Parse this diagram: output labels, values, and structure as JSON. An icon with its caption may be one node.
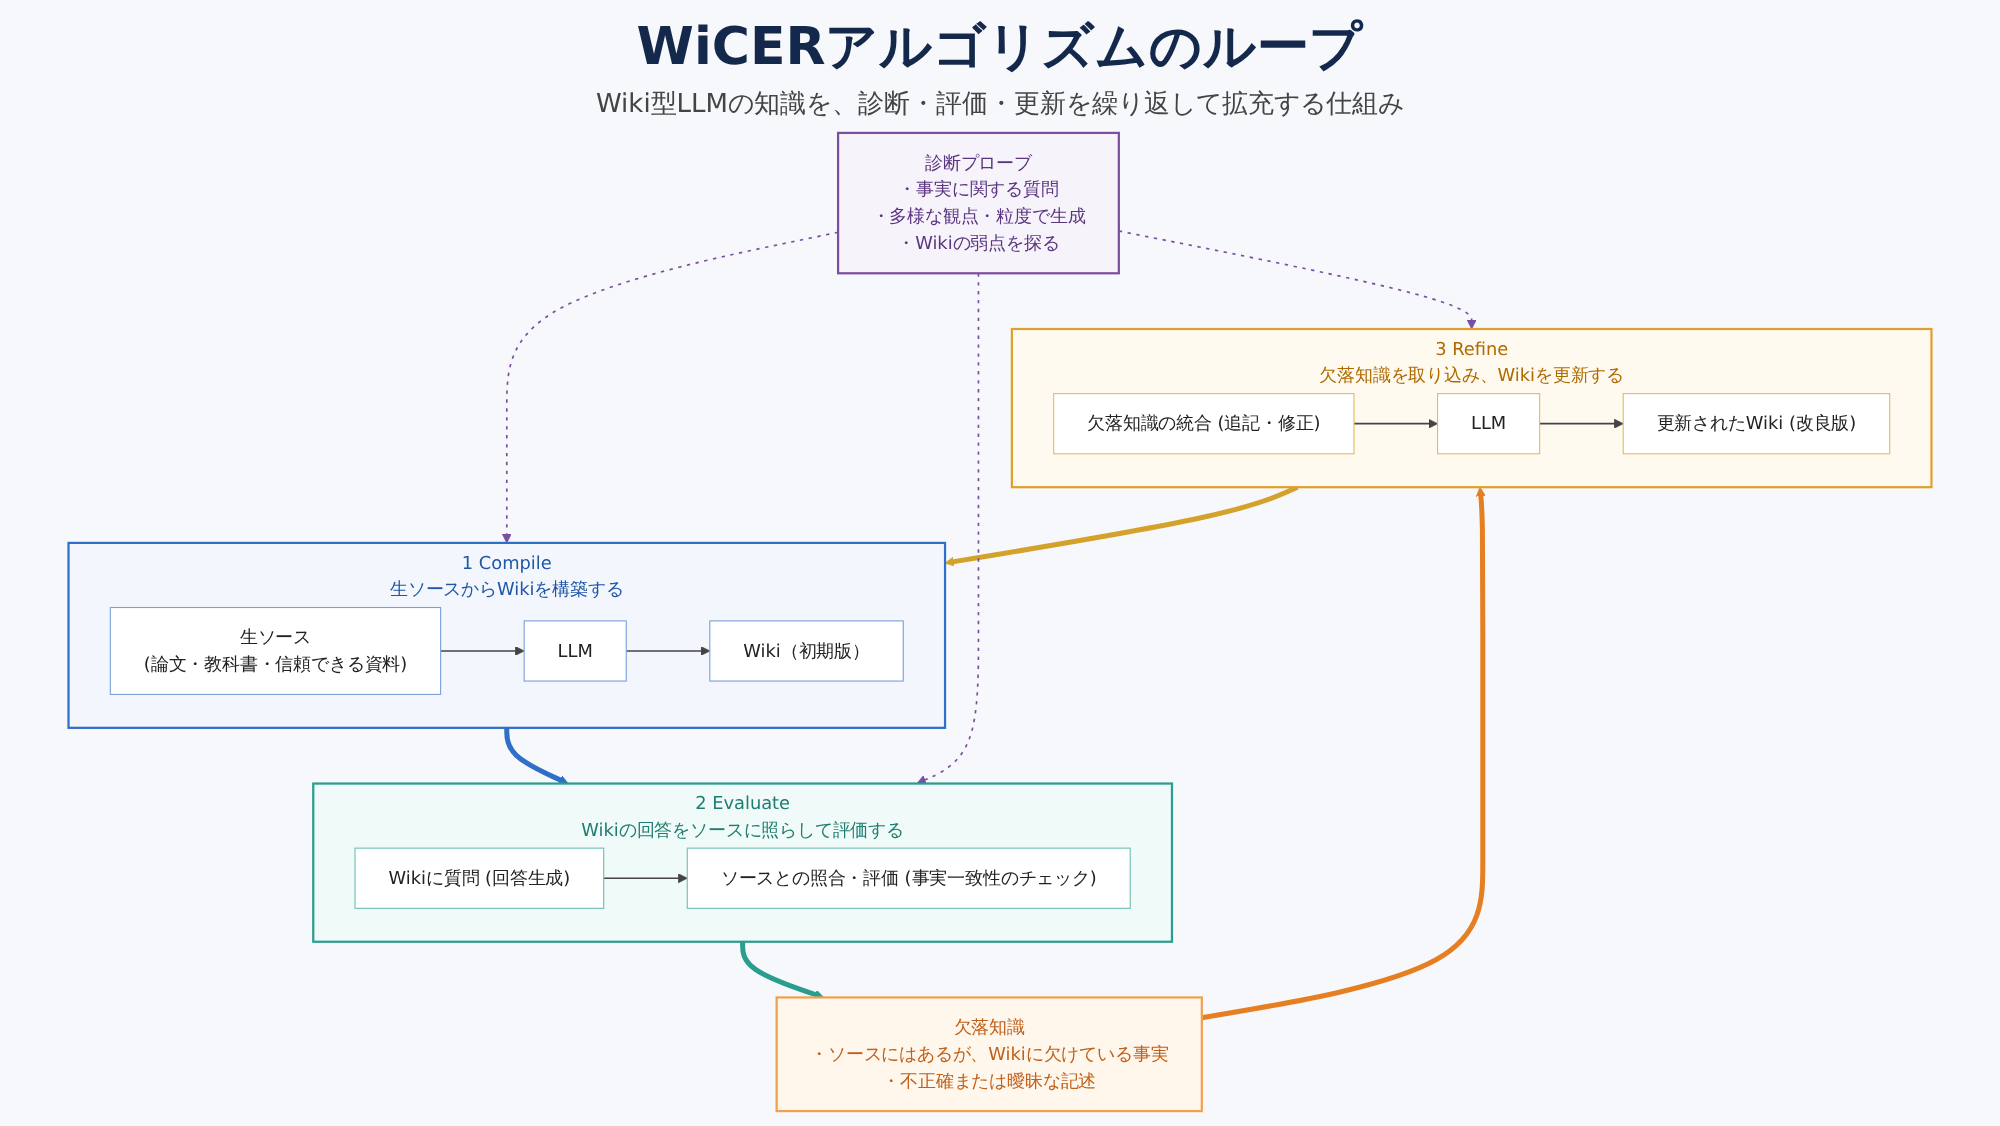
{
  "diagram": {
    "title": "WiCERアルゴリズムのループ",
    "nodes": [
      {
        "text": [
          "1 Compile",
          "生ソースからWikiを構築する"
        ]
      },
      {
        "text": [
          "生ソース",
          "(論文・教科書・信頼できる資料)"
        ],
        "in": 0
      },
      {
        "text": [
          "LLM"
        ],
        "in": 0
      },
      {
        "text": [
          "Wiki（初期版）"
        ],
        "in": 0
      },
      {
        "text": [
          "2 Evaluate",
          "Wikiの回答をソースに照らして評価する"
        ]
      },
      {
        "text": [
          "Wikiに質問 (回答生成)"
        ],
        "in": 4
      },
      {
        "text": [
          "ソースとの照合・評価 (事実一致性のチェック)"
        ],
        "in": 4
      },
      {
        "text": [
          "3 Refine",
          "欠落知識を取り込み、Wikiを更新する"
        ]
      },
      {
        "text": [
          "欠落知識の統合 (追記・修正)"
        ],
        "in": 7
      },
      {
        "text": [
          "LLM"
        ],
        "in": 7
      },
      {
        "text": [
          "更新されたWiki (改良版)"
        ],
        "in": 7
      },
      {
        "text": [
          "診断プローブ",
          "・事実に関する質問",
          "・多様な観点・粒度で生成",
          "・Wikiの弱点を探る"
        ]
      },
      {
        "text": [
          "欠落知識",
          "・ソースにはあるが、Wikiに欠けている事実",
          "・不正確または曖昧な記述"
        ]
      }
    ],
    "edges": [
      {
        "from": 1,
        "to": 2,
        "arrow": "to"
      },
      {
        "from": 2,
        "to": 3,
        "arrow": "to"
      },
      {
        "from": 0,
        "to": 4,
        "arrow": "to",
        "style": "thick",
        "color": "#2f6fc8"
      },
      {
        "from": 5,
        "to": 6,
        "arrow": "to"
      },
      {
        "from": 4,
        "to": 12,
        "arrow": "to",
        "style": "thick",
        "color": "#2a9d8f"
      },
      {
        "from": 12,
        "to": 7,
        "arrow": "to",
        "style": "thick",
        "color": "#e67e22"
      },
      {
        "from": 8,
        "to": 9,
        "arrow": "to"
      },
      {
        "from": 9,
        "to": 10,
        "arrow": "to"
      },
      {
        "from": 7,
        "to": 0,
        "arrow": "to",
        "style": "thick",
        "color": "#d4a22a"
      },
      {
        "from": 11,
        "to": 0,
        "arrow": "to",
        "style": "dashed",
        "color": "#7b4fa0"
      },
      {
        "from": 11,
        "to": 4,
        "arrow": "to",
        "style": "dashed",
        "color": "#7b4fa0"
      },
      {
        "from": 11,
        "to": 7,
        "arrow": "to",
        "style": "dashed",
        "color": "#7b4fa0"
      }
    ],
    "labels": [
      "Wiki型LLMの知識を、診断・評価・更新を繰り返して拡充する仕組み"
    ]
  }
}
